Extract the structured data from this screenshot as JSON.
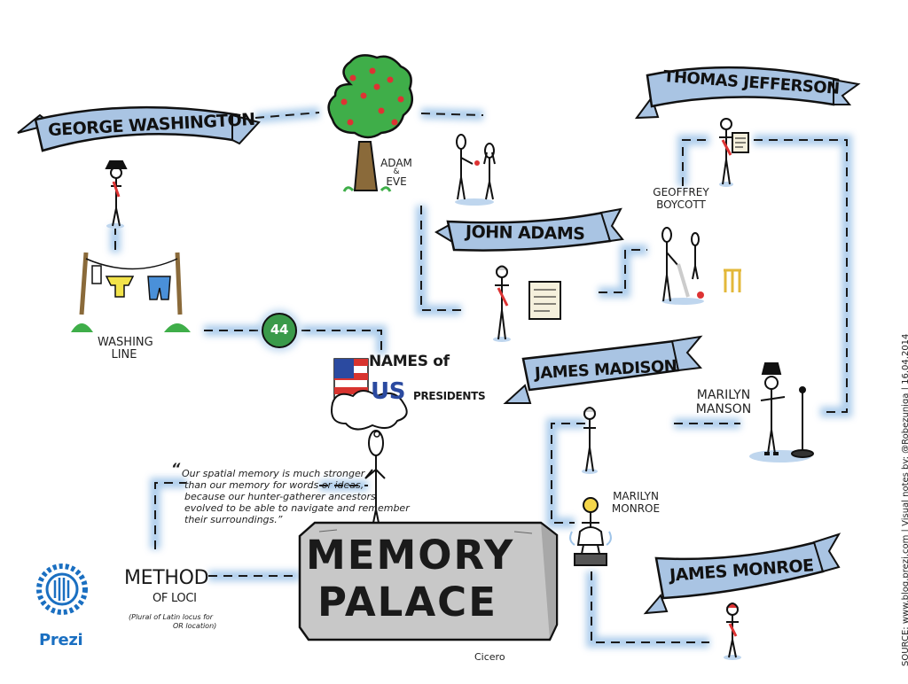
{
  "title": {
    "line1": "NAMES of",
    "line2": "US",
    "line3": "PRESIDENTS"
  },
  "count_badge": "44",
  "center": {
    "line1": "MEMORY",
    "line2": "PALACE",
    "attribution": "Cicero"
  },
  "quote": {
    "open": "“",
    "line1": "Our spatial memory is much stronger",
    "line2": "than our memory for words or ideas,",
    "line3": "because our hunter-gatherer ancestors",
    "line4": "evolved to be able to navigate and remember",
    "line5": "their surroundings.”"
  },
  "method": {
    "line1": "METHOD",
    "line2": "OF LOCI",
    "note1": "(Plural of Latin locus for",
    "note2": "OR location)"
  },
  "presidents": [
    {
      "name": "GEORGE WASHINGTON"
    },
    {
      "name": "JOHN ADAMS"
    },
    {
      "name": "THOMAS JEFFERSON"
    },
    {
      "name": "JAMES MADISON"
    },
    {
      "name": "JAMES MONROE"
    }
  ],
  "mnemonics": {
    "washing_line_1": "WASHING",
    "washing_line_2": "LINE",
    "adam": "ADAM",
    "amp": "&",
    "eve": "EVE",
    "boycott_1": "GEOFFREY",
    "boycott_2": "BOYCOTT",
    "manson_1": "MARILYN",
    "manson_2": "MANSON",
    "monroe_1": "MARILYN",
    "monroe_2": "MONROE"
  },
  "logo": {
    "text": "Prezi"
  },
  "source": "SOURCE: www.blog.prezi.com | Visual notes by: @Robezuniga | 16.04.2014",
  "colors": {
    "banner_fill": "#a9c4e3",
    "path_glow": "#9fc4e8",
    "badge_fill": "#3a9a4a",
    "block_fill": "#c8c8c8",
    "prezi_blue": "#1a6fc1",
    "flag_red": "#d8342f",
    "flag_blue": "#2b4aa0",
    "tree_green": "#3fae49",
    "apple_red": "#d33"
  }
}
